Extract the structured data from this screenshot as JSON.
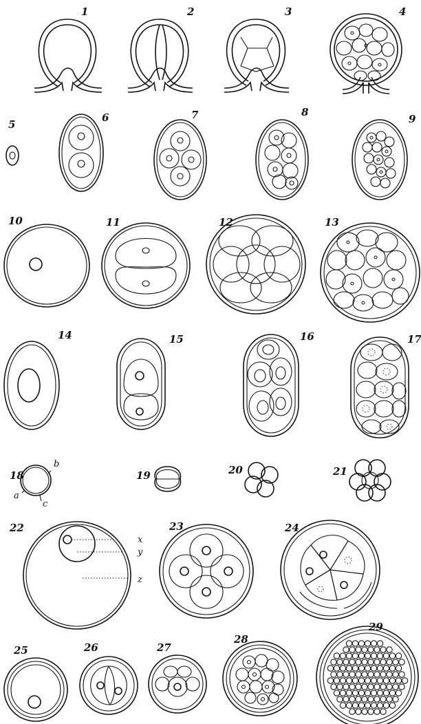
{
  "figure_numbers": [
    "1",
    "2",
    "3",
    "4",
    "5",
    "6",
    "7",
    "8",
    "9",
    "10",
    "11",
    "12",
    "13",
    "14",
    "15",
    "16",
    "17",
    "18",
    "19",
    "20",
    "21",
    "22",
    "23",
    "24",
    "25",
    "26",
    "27",
    "28",
    "29"
  ],
  "part_labels": {
    "fig18": [
      "a",
      "b",
      "c"
    ],
    "fig22": [
      "x",
      "y",
      "z"
    ]
  }
}
